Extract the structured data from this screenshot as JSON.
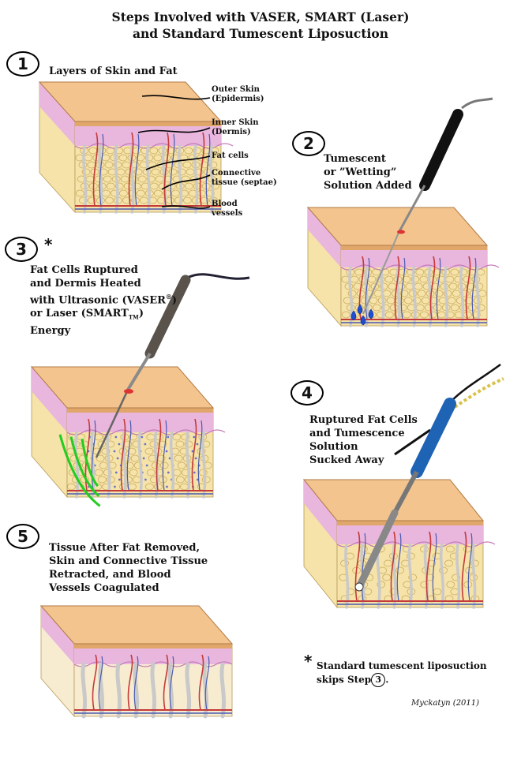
{
  "title": {
    "line1": "Steps Involved with VASER, SMART (Laser)",
    "line2": "and Standard Tumescent  Liposuction"
  },
  "steps": [
    {
      "number": "1",
      "caption": [
        "Layers of Skin and Fat"
      ]
    },
    {
      "number": "2",
      "caption": [
        "Tumescent",
        "or ”Wetting”",
        "Solution Added"
      ]
    },
    {
      "number": "3",
      "caption": [
        "Fat Cells Ruptured",
        "and Dermis Heated",
        "with Ultrasonic (VASER",
        "or Laser (SMART",
        "Energy"
      ]
    },
    {
      "number": "4",
      "caption": [
        "Ruptured Fat Cells",
        "and Tumescence",
        "Solution",
        "Sucked Away"
      ]
    },
    {
      "number": "5",
      "caption": [
        "Tissue After Fat Removed,",
        "Skin and Connective Tissue",
        "Retracted, and Blood",
        "Vessels Coagulated"
      ]
    }
  ],
  "superscripts": {
    "registered": "®",
    "tm": "TM",
    "close_paren": ")"
  },
  "step3_marker": "*",
  "layer_labels": [
    {
      "lines": [
        "Outer Skin",
        "(Epidermis)"
      ]
    },
    {
      "lines": [
        "Inner Skin",
        "(Dermis)"
      ]
    },
    {
      "lines": [
        "Fat cells"
      ]
    },
    {
      "lines": [
        "Connective",
        "tissue (septae)"
      ]
    },
    {
      "lines": [
        "Blood",
        "vessels"
      ]
    }
  ],
  "footnote": {
    "star": "*",
    "line1": "Standard tumescent liposuction",
    "line2_before": "skips Step",
    "step_ref": "3",
    "line2_after": "."
  },
  "signature": "Myckatyn (2011)",
  "colors": {
    "epidermis": "#f3c48e",
    "dermis": "#e9b6dd",
    "fat": "#f5e3a9",
    "septae": "#c9c9c9",
    "vessel_red": "#c43a3a",
    "vessel_blue": "#4a5bb0",
    "ultrasound_waves": "#22cc22",
    "tumescent_drops": "#1f4fd0",
    "cannula_handle_2": "#111111",
    "cannula_handle_3": "#5a534c",
    "cannula_handle_4": "#1f63b5"
  }
}
